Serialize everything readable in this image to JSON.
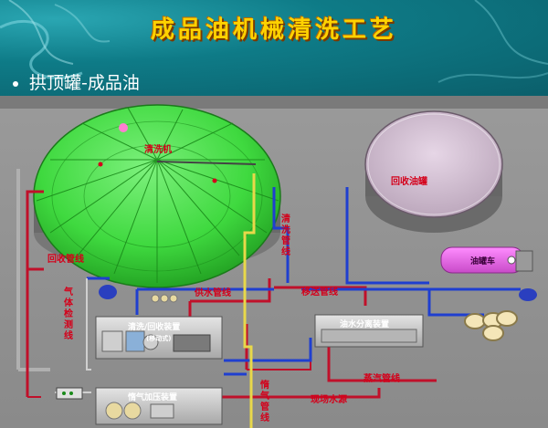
{
  "title": "成品油机械清洗工艺",
  "subtitle": "拱顶罐-成品油",
  "labels": {
    "cleaning_machine": "清洗机",
    "recovery_tank": "回收油罐",
    "cleaning_pipe": "清洗管线",
    "recovery_pipe": "回收管线",
    "gas_detection_pipe": "气体检测线",
    "water_supply_pipe": "供水管线",
    "transfer_pipe": "移送管线",
    "tanker_truck": "油罐车",
    "cleaning_recovery_device": "清洗/回收装置",
    "oil_water_separator": "油水分离装置",
    "steam_pipe": "蒸汽管线",
    "site_water_source": "现场水源",
    "inert_gas_device": "惰气加压装置",
    "inert_gas_pipe": "惰气管线",
    "small_label": "(移动式)"
  },
  "colors": {
    "title": "#ffd200",
    "label": "#d4001a",
    "tank_green": "#3fd93f",
    "pipe_blue": "#1f3fd0",
    "pipe_red": "#c0102a",
    "pipe_yellow": "#e8d84a"
  }
}
